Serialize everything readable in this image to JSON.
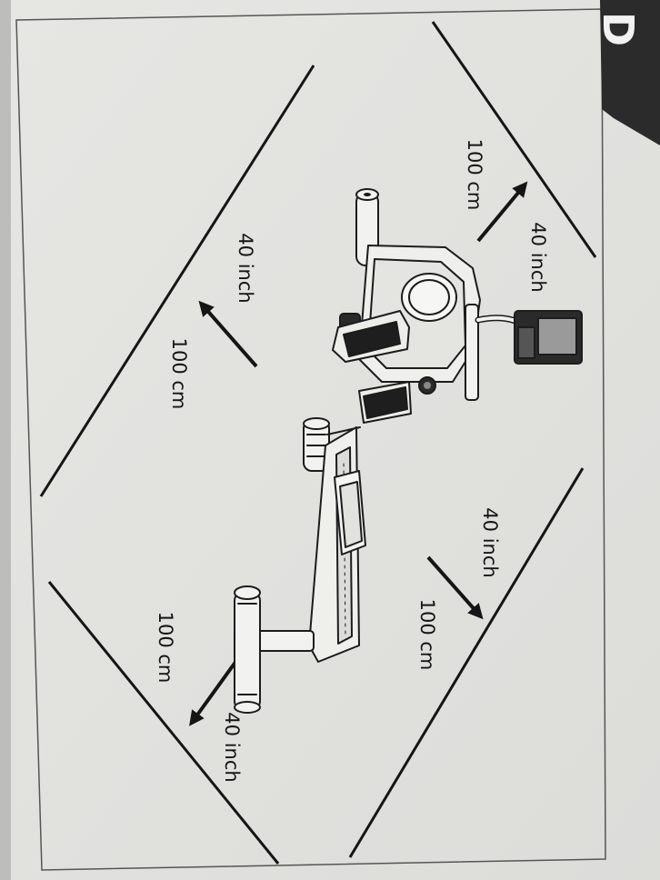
{
  "page": {
    "section_tab": "D"
  },
  "clearance_labels": [
    {
      "id": "top-right",
      "metric": "100 cm",
      "imperial": "40 inch"
    },
    {
      "id": "top-left",
      "metric": "100 cm",
      "imperial": "40 inch"
    },
    {
      "id": "bottom-right",
      "metric": "100 cm",
      "imperial": "40 inch"
    },
    {
      "id": "bottom-left",
      "metric": "100 cm",
      "imperial": "40 inch"
    }
  ],
  "colors": {
    "page": "#e4e4e1",
    "ink": "#151515",
    "tab": "#2b2b2b"
  },
  "icons": {
    "equipment": "rowing-machine-icon",
    "arrow": "arrow-icon"
  }
}
